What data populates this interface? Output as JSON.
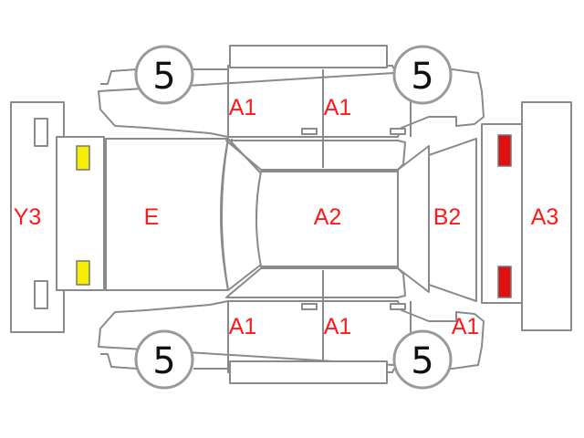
{
  "colors": {
    "outline": "#8a8a8a",
    "label": "#ff1a1a",
    "front_light": "#f5ee00",
    "rear_light": "#e01010"
  },
  "wheels": {
    "front_top": "5",
    "rear_top": "5",
    "front_bottom": "5",
    "rear_bottom": "5"
  },
  "zones": {
    "front_bumper": "Y3",
    "hood": "E",
    "front_door_top": "A1",
    "rear_door_top": "A1",
    "roof": "A2",
    "rear_glass": "B2",
    "rear_bumper": "A3",
    "front_door_bottom": "A1",
    "rear_door_bottom": "A1",
    "rear_quarter_bottom": "A1"
  }
}
